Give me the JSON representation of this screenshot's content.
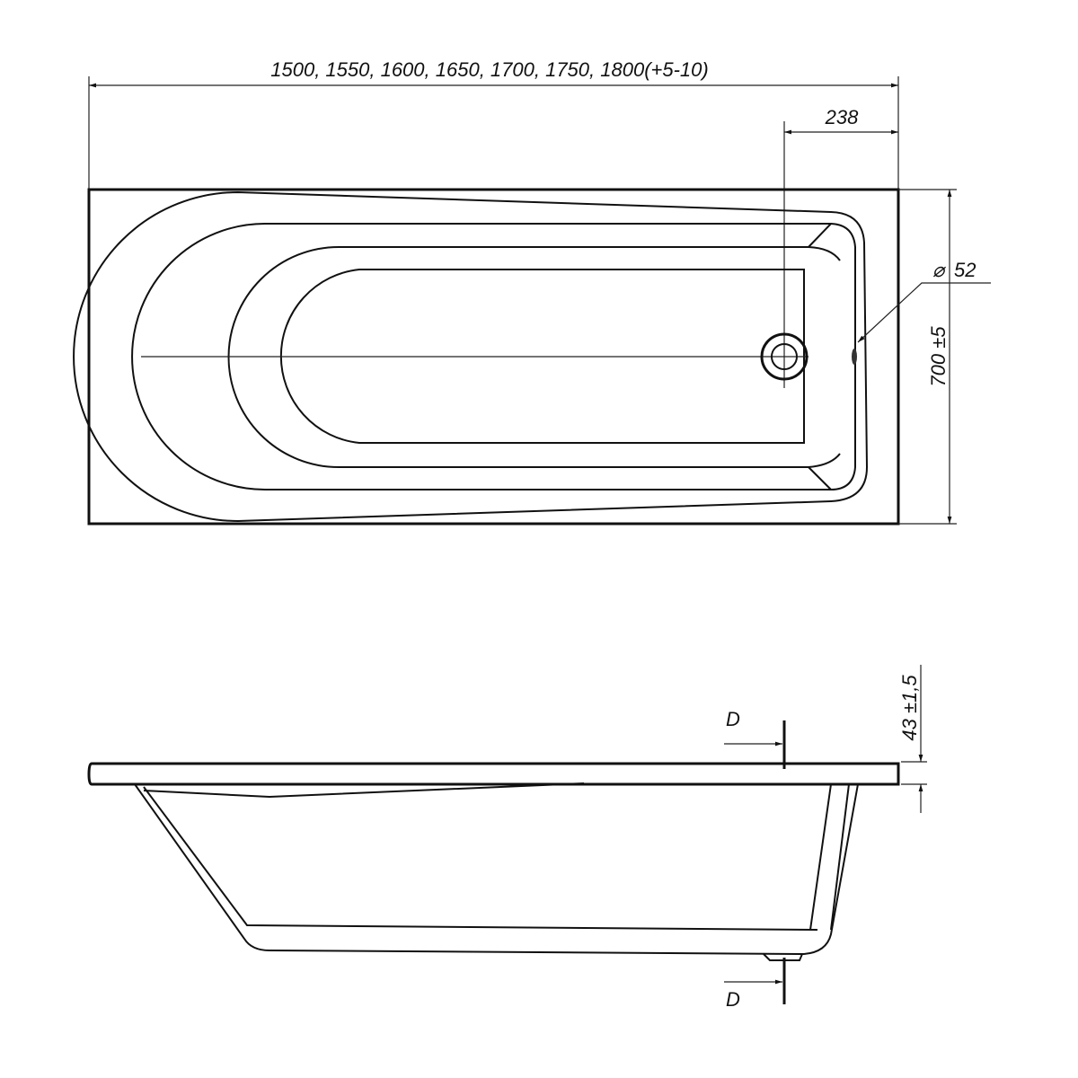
{
  "top_view": {
    "length_dim": "1500, 1550, 1600, 1650, 1700, 1750, 1800(+5-10)",
    "drain_offset_dim": "238",
    "overflow_diameter_symbol": "⌀",
    "overflow_diameter": "52",
    "width_dim": "700 ±5"
  },
  "side_view": {
    "rim_height_dim": "43 ±1,5",
    "section_top_label": "D",
    "section_bottom_label": "D"
  },
  "colors": {
    "line": "#111111",
    "background": "#ffffff"
  }
}
